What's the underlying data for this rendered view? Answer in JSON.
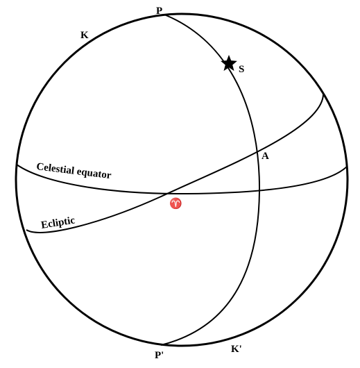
{
  "labels": {
    "north_pole": "P",
    "south_pole": "P'",
    "ecliptic_pole_north": "K",
    "ecliptic_pole_south": "K'",
    "star": "S",
    "point_a": "A",
    "vernal_equinox": "♈",
    "celestial_equator": "Celestial equator",
    "ecliptic": "Ecliptic"
  },
  "colors": {
    "stroke": "#000000",
    "background": "#ffffff"
  },
  "icons": {
    "star_marker": "star-icon"
  }
}
